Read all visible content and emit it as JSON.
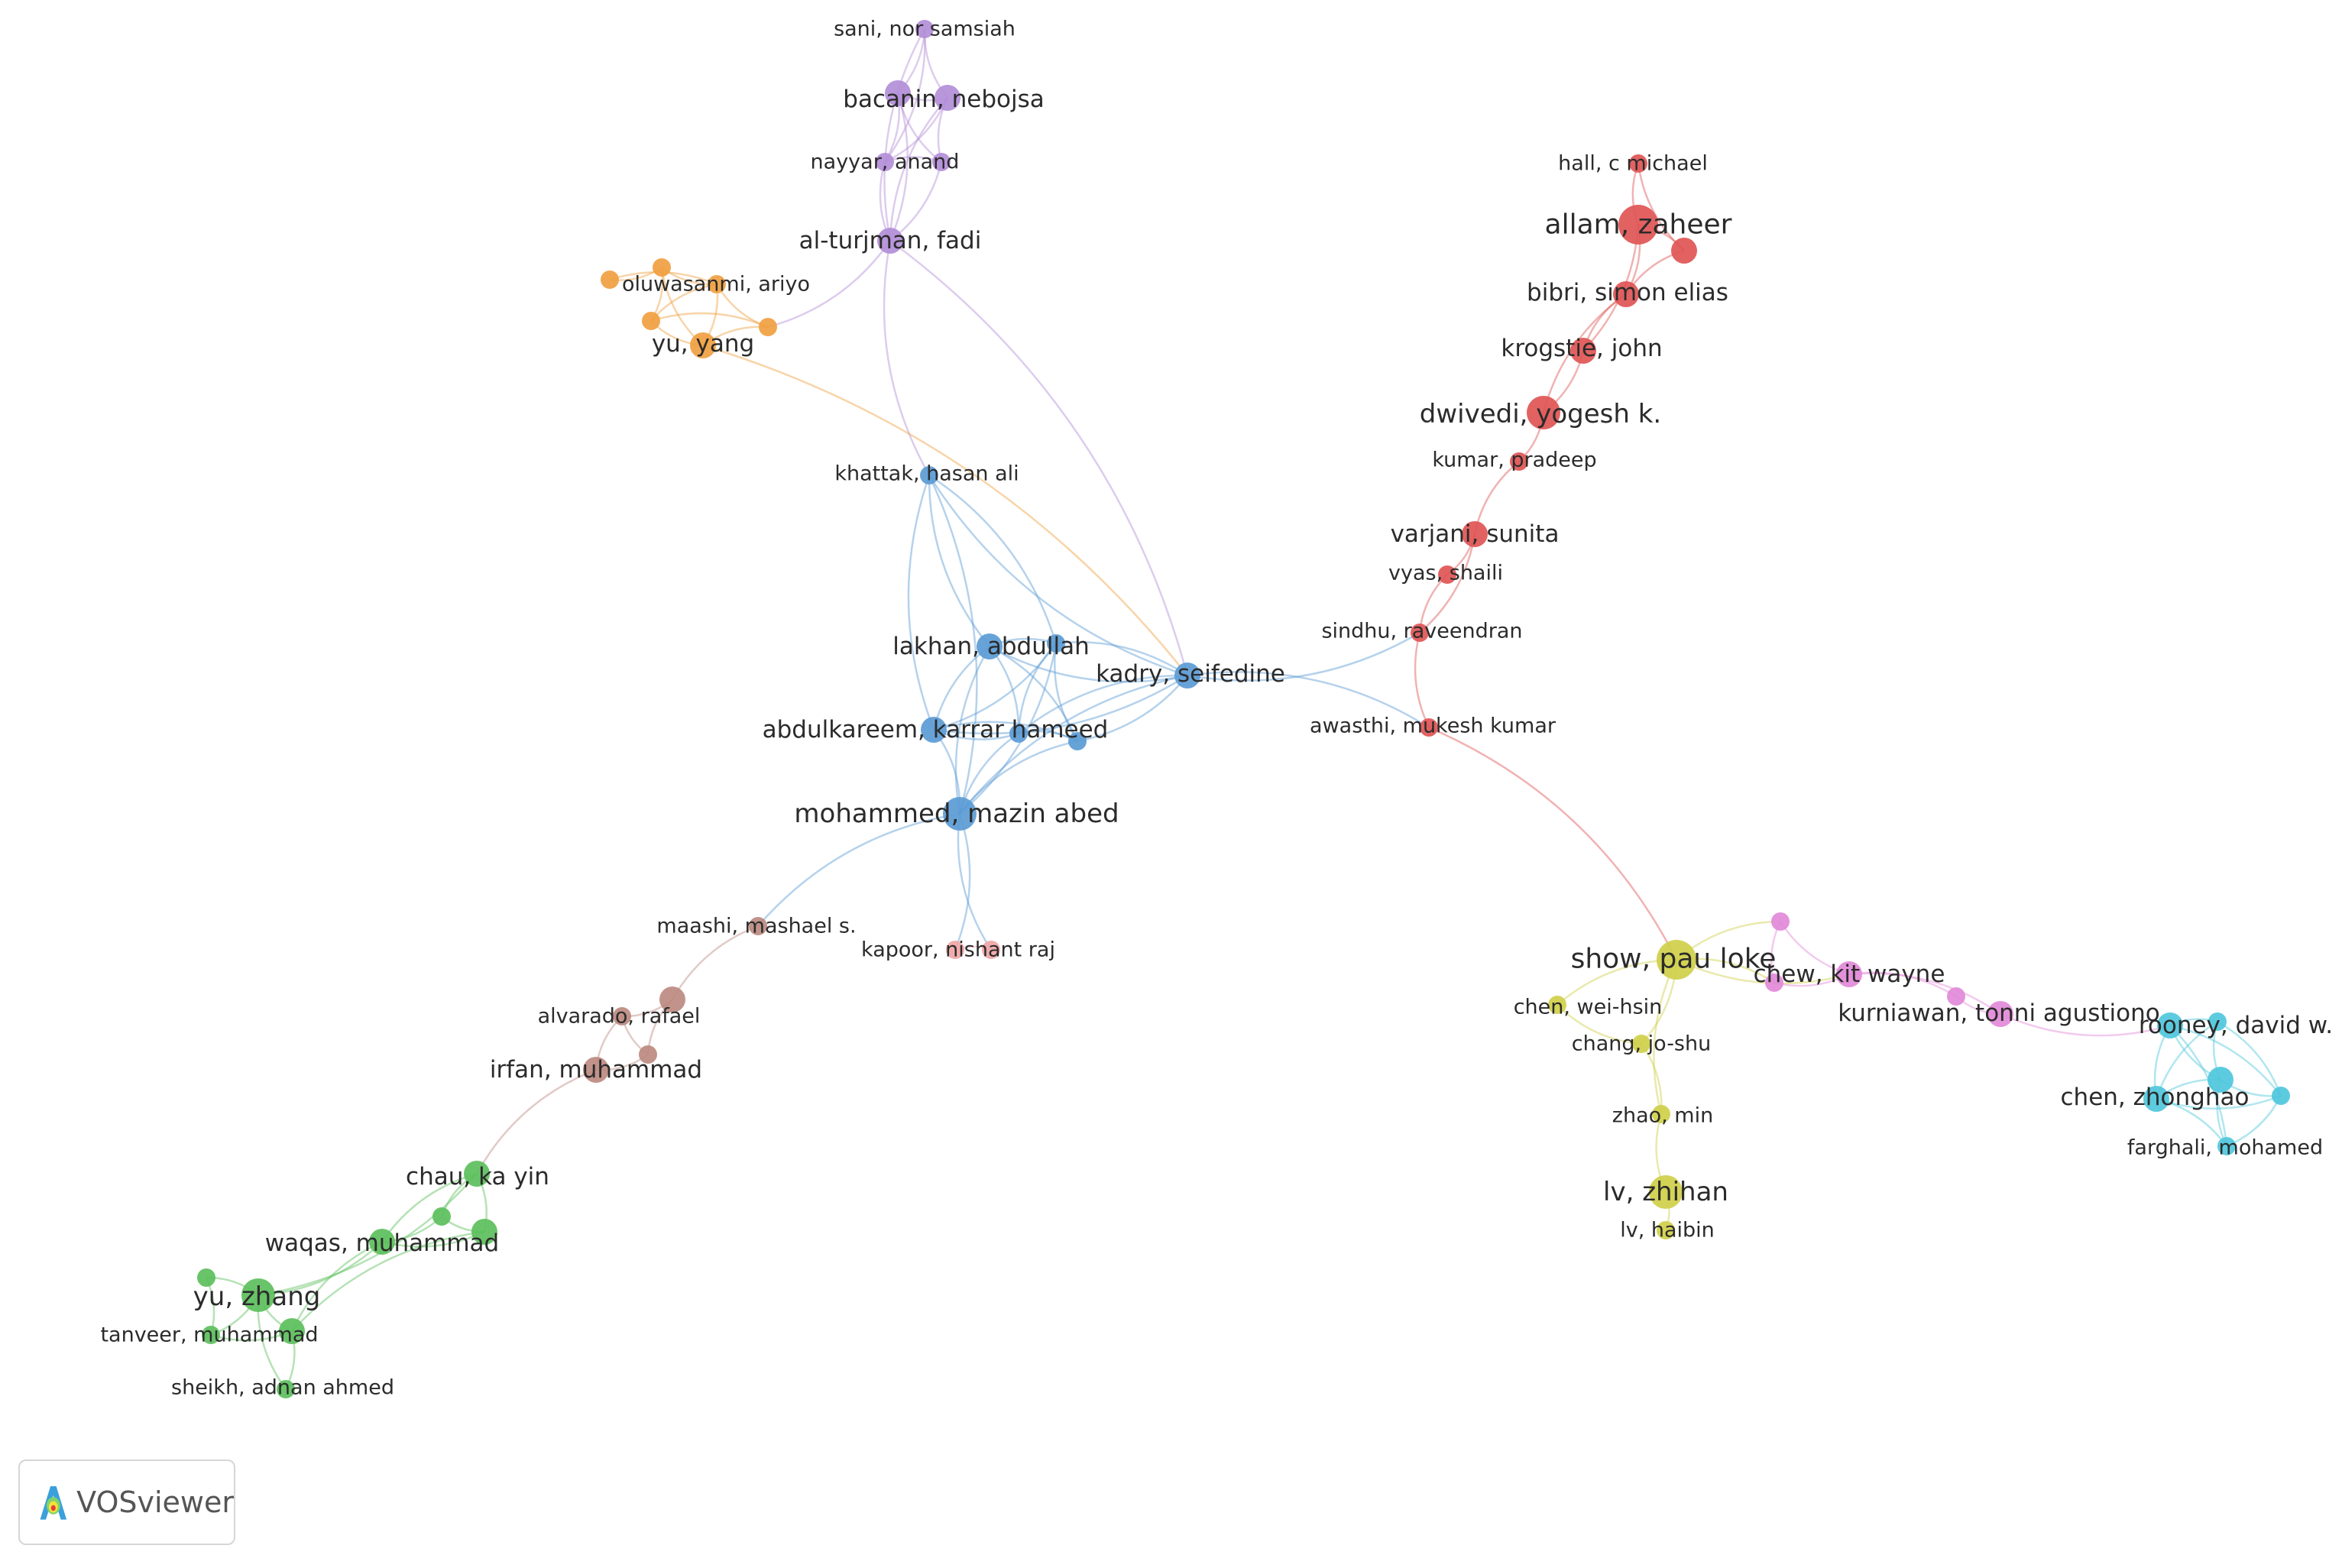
{
  "app": {
    "name": "VOSviewer"
  },
  "clusters": {
    "blue": "#5b9bd5",
    "red": "#e05555",
    "purple": "#b38ed8",
    "orange": "#f0a040",
    "brown": "#bc8a80",
    "green": "#5cbf5c",
    "yellow": "#cfcf4a",
    "pink": "#e289d9",
    "cyan": "#4fc7dc",
    "salmon": "#f0a6a6"
  },
  "nodes": [
    {
      "id": "sani",
      "label": "sani, nor samsiah",
      "cluster": "purple",
      "weight": 1
    },
    {
      "id": "bacanin",
      "label": "bacanin, nebojsa",
      "cluster": "purple",
      "weight": 2
    },
    {
      "id": "nayyar",
      "label": "nayyar, anand",
      "cluster": "purple",
      "weight": 1
    },
    {
      "id": "alturjman",
      "label": "al-turjman, fadi",
      "cluster": "purple",
      "weight": 2
    },
    {
      "id": "oluwasanmi",
      "label": "oluwasanmi, ariyo",
      "cluster": "orange",
      "weight": 1
    },
    {
      "id": "yuyang",
      "label": "yu, yang",
      "cluster": "orange",
      "weight": 2
    },
    {
      "id": "khattak",
      "label": "khattak, hasan ali",
      "cluster": "blue",
      "weight": 1
    },
    {
      "id": "lakhan",
      "label": "lakhan, abdullah",
      "cluster": "blue",
      "weight": 2
    },
    {
      "id": "kadry",
      "label": "kadry, seifedine",
      "cluster": "blue",
      "weight": 2
    },
    {
      "id": "abdulkareem",
      "label": "abdulkareem, karrar hameed",
      "cluster": "blue",
      "weight": 2
    },
    {
      "id": "mohammed",
      "label": "mohammed, mazin abed",
      "cluster": "blue",
      "weight": 3
    },
    {
      "id": "hall",
      "label": "hall, c michael",
      "cluster": "red",
      "weight": 1
    },
    {
      "id": "allam",
      "label": "allam, zaheer",
      "cluster": "red",
      "weight": 4
    },
    {
      "id": "bibri",
      "label": "bibri, simon elias",
      "cluster": "red",
      "weight": 2
    },
    {
      "id": "krogstie",
      "label": "krogstie, john",
      "cluster": "red",
      "weight": 2
    },
    {
      "id": "dwivedi",
      "label": "dwivedi, yogesh k.",
      "cluster": "red",
      "weight": 3
    },
    {
      "id": "kumar",
      "label": "kumar, pradeep",
      "cluster": "red",
      "weight": 1
    },
    {
      "id": "varjani",
      "label": "varjani, sunita",
      "cluster": "red",
      "weight": 2
    },
    {
      "id": "vyas",
      "label": "vyas, shaili",
      "cluster": "red",
      "weight": 1
    },
    {
      "id": "sindhu",
      "label": "sindhu, raveendran",
      "cluster": "red",
      "weight": 1
    },
    {
      "id": "awasthi",
      "label": "awasthi, mukesh kumar",
      "cluster": "red",
      "weight": 1
    },
    {
      "id": "maashi",
      "label": "maashi, mashael s.",
      "cluster": "brown",
      "weight": 1
    },
    {
      "id": "kapoor",
      "label": "kapoor, nishant raj",
      "cluster": "salmon",
      "weight": 1
    },
    {
      "id": "alvarado",
      "label": "alvarado, rafael",
      "cluster": "brown",
      "weight": 1
    },
    {
      "id": "irfan",
      "label": "irfan, muhammad",
      "cluster": "brown",
      "weight": 2
    },
    {
      "id": "chau",
      "label": "chau, ka yin",
      "cluster": "green",
      "weight": 2
    },
    {
      "id": "waqas",
      "label": "waqas, muhammad",
      "cluster": "green",
      "weight": 2
    },
    {
      "id": "yuzhang",
      "label": "yu, zhang",
      "cluster": "green",
      "weight": 3
    },
    {
      "id": "tanveer",
      "label": "tanveer, muhammad",
      "cluster": "green",
      "weight": 1
    },
    {
      "id": "sheikh",
      "label": "sheikh, adnan ahmed",
      "cluster": "green",
      "weight": 1
    },
    {
      "id": "show",
      "label": "show, pau loke",
      "cluster": "yellow",
      "weight": 4
    },
    {
      "id": "chenwei",
      "label": "chen, wei-hsin",
      "cluster": "yellow",
      "weight": 1
    },
    {
      "id": "chang",
      "label": "chang, jo-shu",
      "cluster": "yellow",
      "weight": 1
    },
    {
      "id": "zhao",
      "label": "zhao, min",
      "cluster": "yellow",
      "weight": 1
    },
    {
      "id": "lvzhihan",
      "label": "lv, zhihan",
      "cluster": "yellow",
      "weight": 3
    },
    {
      "id": "lvhaibin",
      "label": "lv, haibin",
      "cluster": "yellow",
      "weight": 1
    },
    {
      "id": "chew",
      "label": "chew, kit wayne",
      "cluster": "pink",
      "weight": 2
    },
    {
      "id": "kurniawan",
      "label": "kurniawan, tonni agustiono",
      "cluster": "pink",
      "weight": 2
    },
    {
      "id": "rooney",
      "label": "rooney, david w.",
      "cluster": "cyan",
      "weight": 2
    },
    {
      "id": "chenzh",
      "label": "chen, zhonghao",
      "cluster": "cyan",
      "weight": 2
    },
    {
      "id": "farghali",
      "label": "farghali, mohamed",
      "cluster": "cyan",
      "weight": 1
    },
    {
      "id": "p1",
      "label": "",
      "cluster": "purple",
      "weight": 2
    },
    {
      "id": "p2",
      "label": "",
      "cluster": "purple",
      "weight": 1
    },
    {
      "id": "o1",
      "label": "",
      "cluster": "orange",
      "weight": 1
    },
    {
      "id": "o2",
      "label": "",
      "cluster": "orange",
      "weight": 1
    },
    {
      "id": "o3",
      "label": "",
      "cluster": "orange",
      "weight": 1
    },
    {
      "id": "o4",
      "label": "",
      "cluster": "orange",
      "weight": 1
    },
    {
      "id": "o5",
      "label": "",
      "cluster": "orange",
      "weight": 1
    },
    {
      "id": "b1",
      "label": "",
      "cluster": "blue",
      "weight": 1
    },
    {
      "id": "b2",
      "label": "",
      "cluster": "blue",
      "weight": 1
    },
    {
      "id": "b3",
      "label": "",
      "cluster": "blue",
      "weight": 1
    },
    {
      "id": "r1",
      "label": "",
      "cluster": "red",
      "weight": 2
    },
    {
      "id": "br1",
      "label": "",
      "cluster": "brown",
      "weight": 2
    },
    {
      "id": "br2",
      "label": "",
      "cluster": "brown",
      "weight": 1
    },
    {
      "id": "sa1",
      "label": "",
      "cluster": "salmon",
      "weight": 1
    },
    {
      "id": "g1",
      "label": "",
      "cluster": "green",
      "weight": 1
    },
    {
      "id": "g2",
      "label": "",
      "cluster": "green",
      "weight": 2
    },
    {
      "id": "g3",
      "label": "",
      "cluster": "green",
      "weight": 1
    },
    {
      "id": "g4",
      "label": "",
      "cluster": "green",
      "weight": 2
    },
    {
      "id": "pk1",
      "label": "",
      "cluster": "pink",
      "weight": 1
    },
    {
      "id": "pk2",
      "label": "",
      "cluster": "pink",
      "weight": 1
    },
    {
      "id": "pk3",
      "label": "",
      "cluster": "pink",
      "weight": 1
    },
    {
      "id": "c1",
      "label": "",
      "cluster": "cyan",
      "weight": 1
    },
    {
      "id": "c2",
      "label": "",
      "cluster": "cyan",
      "weight": 2
    },
    {
      "id": "c3",
      "label": "",
      "cluster": "cyan",
      "weight": 1
    }
  ],
  "links": [
    [
      "sani",
      "bacanin"
    ],
    [
      "sani",
      "p1"
    ],
    [
      "sani",
      "nayyar"
    ],
    [
      "bacanin",
      "p1"
    ],
    [
      "bacanin",
      "nayyar"
    ],
    [
      "bacanin",
      "p2"
    ],
    [
      "p1",
      "nayyar"
    ],
    [
      "p1",
      "p2"
    ],
    [
      "nayyar",
      "p2"
    ],
    [
      "nayyar",
      "alturjman"
    ],
    [
      "bacanin",
      "alturjman"
    ],
    [
      "p1",
      "alturjman"
    ],
    [
      "p2",
      "alturjman"
    ],
    [
      "sani",
      "alturjman"
    ],
    [
      "alturjman",
      "o5"
    ],
    [
      "alturjman",
      "khattak"
    ],
    [
      "alturjman",
      "kadry"
    ],
    [
      "o1",
      "o2"
    ],
    [
      "o1",
      "oluwasanmi"
    ],
    [
      "o2",
      "oluwasanmi"
    ],
    [
      "o2",
      "o3"
    ],
    [
      "oluwasanmi",
      "o3"
    ],
    [
      "oluwasanmi",
      "yuyang"
    ],
    [
      "o3",
      "yuyang"
    ],
    [
      "yuyang",
      "o5"
    ],
    [
      "oluwasanmi",
      "o5"
    ],
    [
      "o3",
      "o5"
    ],
    [
      "o2",
      "yuyang"
    ],
    [
      "yuyang",
      "kadry"
    ],
    [
      "khattak",
      "lakhan"
    ],
    [
      "khattak",
      "b1"
    ],
    [
      "khattak",
      "abdulkareem"
    ],
    [
      "khattak",
      "mohammed"
    ],
    [
      "khattak",
      "kadry"
    ],
    [
      "lakhan",
      "b1"
    ],
    [
      "lakhan",
      "abdulkareem"
    ],
    [
      "lakhan",
      "b2"
    ],
    [
      "lakhan",
      "mohammed"
    ],
    [
      "lakhan",
      "b3"
    ],
    [
      "lakhan",
      "kadry"
    ],
    [
      "b1",
      "abdulkareem"
    ],
    [
      "b1",
      "b2"
    ],
    [
      "b1",
      "mohammed"
    ],
    [
      "b1",
      "b3"
    ],
    [
      "b1",
      "kadry"
    ],
    [
      "abdulkareem",
      "b2"
    ],
    [
      "abdulkareem",
      "mohammed"
    ],
    [
      "abdulkareem",
      "kadry"
    ],
    [
      "abdulkareem",
      "b3"
    ],
    [
      "b2",
      "mohammed"
    ],
    [
      "b2",
      "b3"
    ],
    [
      "b3",
      "mohammed"
    ],
    [
      "b2",
      "kadry"
    ],
    [
      "b3",
      "kadry"
    ],
    [
      "mohammed",
      "kadry"
    ],
    [
      "kadry",
      "sindhu"
    ],
    [
      "kadry",
      "awasthi"
    ],
    [
      "mohammed",
      "maashi"
    ],
    [
      "mohammed",
      "kapoor"
    ],
    [
      "mohammed",
      "sa1"
    ],
    [
      "kapoor",
      "sa1"
    ],
    [
      "hall",
      "allam"
    ],
    [
      "allam",
      "r1"
    ],
    [
      "hall",
      "r1"
    ],
    [
      "allam",
      "bibri"
    ],
    [
      "r1",
      "bibri"
    ],
    [
      "allam",
      "krogstie"
    ],
    [
      "bibri",
      "krogstie"
    ],
    [
      "krogstie",
      "dwivedi"
    ],
    [
      "bibri",
      "dwivedi"
    ],
    [
      "dwivedi",
      "kumar"
    ],
    [
      "kumar",
      "varjani"
    ],
    [
      "varjani",
      "vyas"
    ],
    [
      "vyas",
      "sindhu"
    ],
    [
      "varjani",
      "sindhu"
    ],
    [
      "sindhu",
      "awasthi"
    ],
    [
      "awasthi",
      "show"
    ],
    [
      "maashi",
      "br1"
    ],
    [
      "br1",
      "alvarado"
    ],
    [
      "br1",
      "br2"
    ],
    [
      "br2",
      "alvarado"
    ],
    [
      "alvarado",
      "irfan"
    ],
    [
      "br2",
      "irfan"
    ],
    [
      "irfan",
      "chau"
    ],
    [
      "chau",
      "g2"
    ],
    [
      "chau",
      "g3"
    ],
    [
      "g2",
      "g3"
    ],
    [
      "chau",
      "waqas"
    ],
    [
      "g3",
      "waqas"
    ],
    [
      "waqas",
      "g2"
    ],
    [
      "waqas",
      "yuzhang"
    ],
    [
      "waqas",
      "g4"
    ],
    [
      "g1",
      "yuzhang"
    ],
    [
      "yuzhang",
      "g4"
    ],
    [
      "yuzhang",
      "tanveer"
    ],
    [
      "tanveer",
      "g4"
    ],
    [
      "g4",
      "sheikh"
    ],
    [
      "yuzhang",
      "sheikh"
    ],
    [
      "g1",
      "tanveer"
    ],
    [
      "g2",
      "g4"
    ],
    [
      "chau",
      "yuzhang"
    ],
    [
      "show",
      "chenwei"
    ],
    [
      "show",
      "chang"
    ],
    [
      "chenwei",
      "chang"
    ],
    [
      "chang",
      "zhao"
    ],
    [
      "zhao",
      "lvzhihan"
    ],
    [
      "lvzhihan",
      "lvhaibin"
    ],
    [
      "show",
      "zhao"
    ],
    [
      "show",
      "pk1"
    ],
    [
      "show",
      "chew"
    ],
    [
      "show",
      "pk2"
    ],
    [
      "pk1",
      "chew"
    ],
    [
      "chew",
      "pk2"
    ],
    [
      "pk1",
      "pk2"
    ],
    [
      "chew",
      "pk3"
    ],
    [
      "pk3",
      "kurniawan"
    ],
    [
      "chew",
      "kurniawan"
    ],
    [
      "kurniawan",
      "rooney"
    ],
    [
      "rooney",
      "c1"
    ],
    [
      "rooney",
      "c2"
    ],
    [
      "rooney",
      "c3"
    ],
    [
      "rooney",
      "chenzh"
    ],
    [
      "rooney",
      "farghali"
    ],
    [
      "c1",
      "c2"
    ],
    [
      "c1",
      "c3"
    ],
    [
      "c2",
      "c3"
    ],
    [
      "chenzh",
      "c2"
    ],
    [
      "chenzh",
      "c3"
    ],
    [
      "chenzh",
      "farghali"
    ],
    [
      "c2",
      "farghali"
    ],
    [
      "c3",
      "farghali"
    ],
    [
      "c1",
      "chenzh"
    ]
  ]
}
